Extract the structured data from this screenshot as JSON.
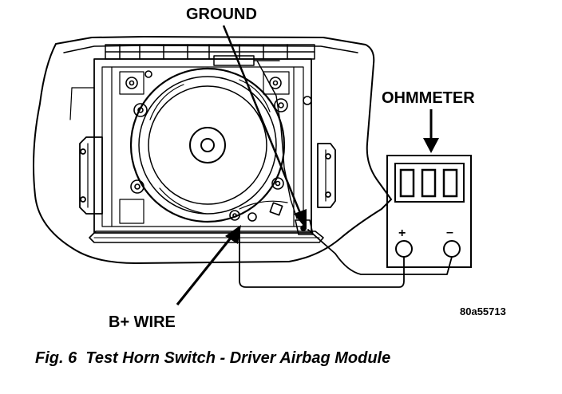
{
  "labels": {
    "ground": "GROUND",
    "ohmmeter": "OHMMETER",
    "b_plus_wire": "B+ WIRE",
    "plus": "+",
    "minus": "–",
    "code": "80a55713"
  },
  "caption": "Fig. 6  Test Horn Switch - Driver Airbag Module",
  "colors": {
    "ink": "#000000",
    "paper": "#ffffff"
  }
}
